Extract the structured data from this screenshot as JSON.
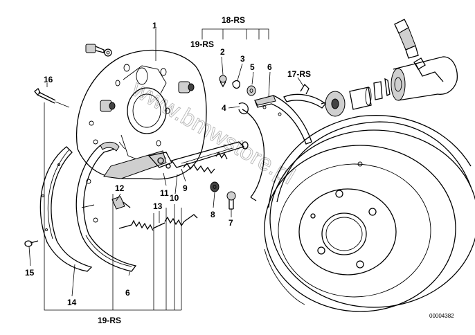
{
  "diagram": {
    "labels": {
      "p1": "1",
      "p2": "2",
      "p3": "3",
      "p4": "4",
      "p5": "5",
      "p6a": "6",
      "p6b": "6",
      "p7": "7",
      "p8": "8",
      "p9": "9",
      "p10": "10",
      "p11": "11",
      "p12": "12",
      "p13": "13",
      "p14": "14",
      "p15": "15",
      "p16": "16",
      "p17rs": "17-RS",
      "p18rs": "18-RS",
      "p19rs_top": "19-RS",
      "p19rs_bottom": "19-RS"
    },
    "reference_number": "00004382",
    "watermark": "www.bmwstore.pl"
  }
}
